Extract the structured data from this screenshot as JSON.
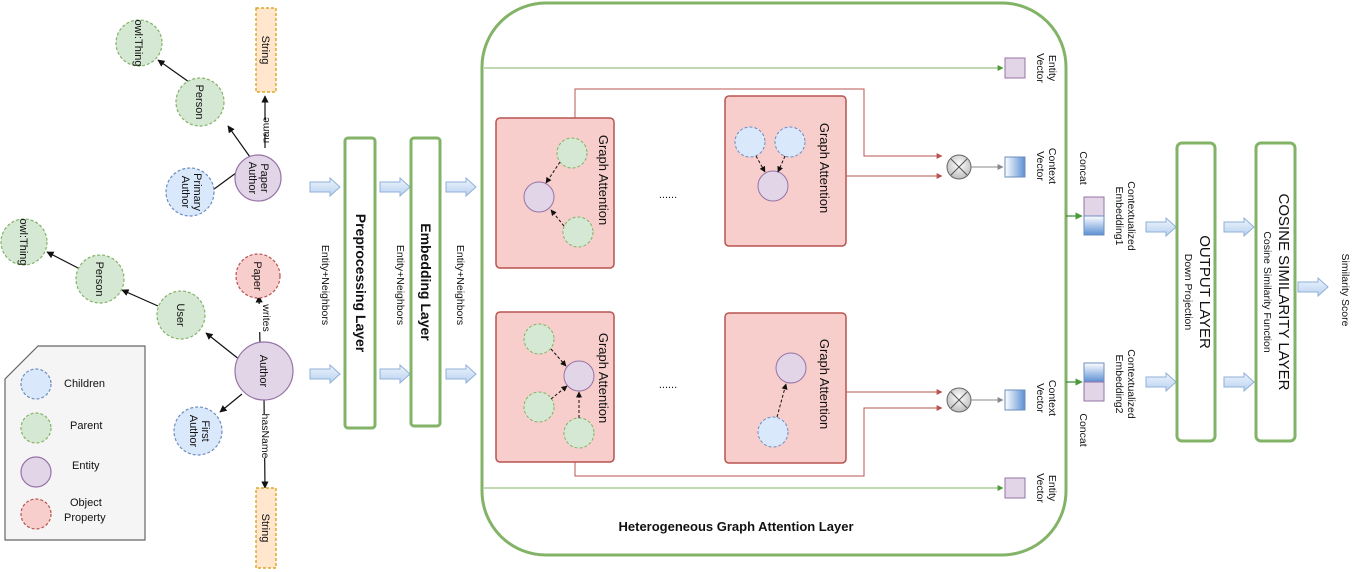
{
  "graph_top": {
    "owl_thing": "owl:Thing",
    "person": "Person",
    "string": "String",
    "name_edge": "name",
    "paper_author": "Paper\nAuthor",
    "primary_author": "Primary\nAuthor"
  },
  "graph_bottom": {
    "owl_thing": "owl:Thing",
    "person": "Person",
    "user": "User",
    "paper": "Paper",
    "writes_edge": "writes",
    "author": "Author",
    "first_author": "First\nAuthor",
    "hasname_edge": "hasName",
    "string": "String"
  },
  "legend": {
    "items": [
      {
        "label": "Children",
        "color": "#dae8fc",
        "stroke": "#6c8ebf"
      },
      {
        "label": "Parent",
        "color": "#d5e8d4",
        "stroke": "#82b366"
      },
      {
        "label": "Entity",
        "color": "#e1d5e7",
        "stroke": "#9673a6"
      },
      {
        "label": "Object\nProperty",
        "color": "#f8cecc",
        "stroke": "#b85450"
      }
    ]
  },
  "pipeline": {
    "preprocessing": "Preprocessing Layer",
    "embedding": "Embedding Layer",
    "edge_label_1": "Entity+Neighbors",
    "edge_label_2": "Entity+Neighbors",
    "edge_label_3": "Entity+Neighbors"
  },
  "hgal": {
    "title": "Heterogeneous Graph Attention Layer",
    "ga_label": "Graph Attention",
    "dots": "......",
    "entity_vector": "Entity\nVector",
    "context_vector": "Context\nVector",
    "concat": "Concat",
    "contextualized_1": "Contextualized\nEmbedding1",
    "contextualized_2": "Contextualized\nEmbedding2"
  },
  "output": {
    "title": "OUTPUT LAYER",
    "subtitle": "Down Projection"
  },
  "cosine": {
    "title": "COSINE SIMILARITY LAYER",
    "subtitle": "Cosine Similarity Function",
    "result": "Similarity Score"
  },
  "colors": {
    "green_border": "#82b366",
    "blue_fill": "#dae8fc",
    "blue_stroke": "#6c8ebf",
    "green_fill": "#d5e8d4",
    "purple_fill": "#e1d5e7",
    "purple_stroke": "#9673a6",
    "red_fill": "#f8cecc",
    "red_stroke": "#b85450",
    "orange_fill": "#ffe6cc",
    "orange_stroke": "#d79b00"
  }
}
